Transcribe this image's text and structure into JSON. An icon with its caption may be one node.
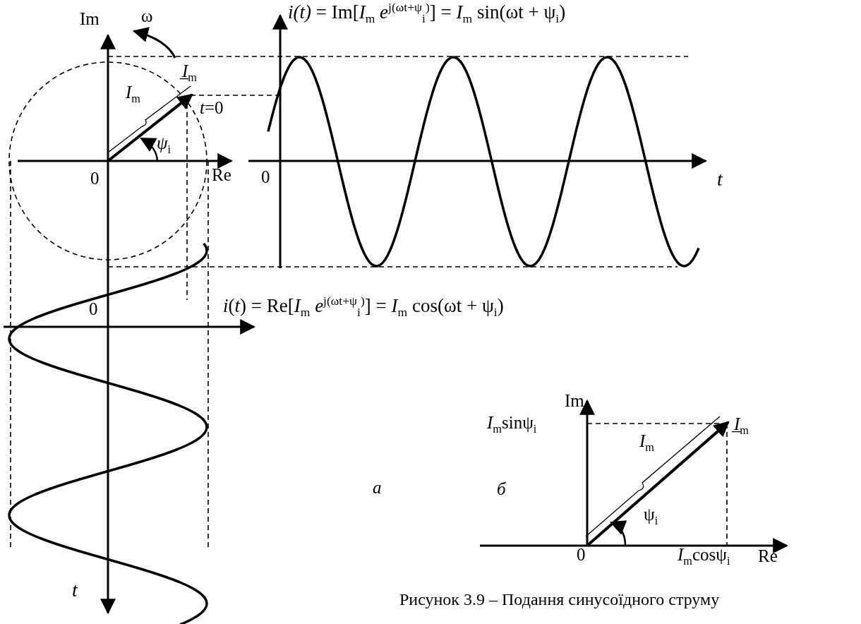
{
  "diagram": {
    "caption": "Рисунок 3.9 – Подання синусоїдного струму",
    "labels": [
      "Im",
      "ω",
      "*i(t)* = Im[*I*$_{m}$ *e*$^{j(ωt+ψ}$$_{i}$$^{)}$] = *I*$_{m}$ sin(ωt + ψ$_{i}$)",
      "*I̲*$_{m}$",
      "*I*$_{m}$",
      "*t*=0",
      "*ψ*$_{i}$",
      "0",
      "Re",
      "0",
      "*t*",
      "0",
      "*i*(*t*) = Re[*I*$_{m}$ *e*$^{j(ωt+ψ}$$_{i}$$^{)}$] = *I*$_{m}$ cos(ωt + ψ$_{i}$)",
      "Im",
      "*I*$_{m}$sinψ$_{i}$",
      "*I̲*$_{m}$",
      "*I*$_{m}$",
      "*а*",
      "*б*",
      "ψ$_{i}$",
      "0",
      "*I*$_{m}$cosψ$_{i}$",
      "Re",
      "*t*"
    ]
  }
}
